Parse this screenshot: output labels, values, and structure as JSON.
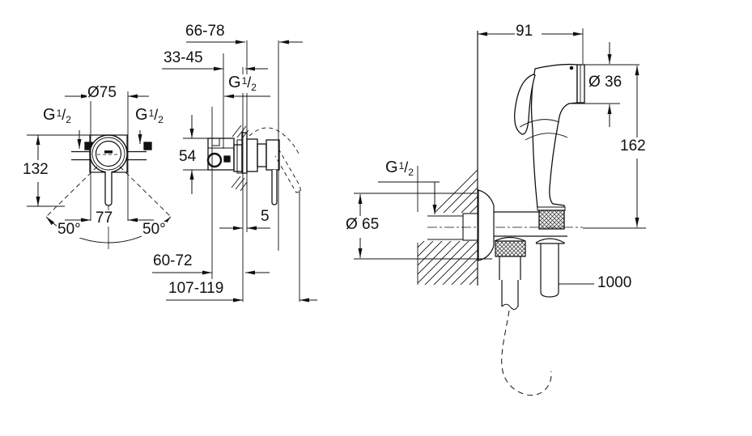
{
  "drawing": {
    "thread_label": {
      "prefix": "G",
      "numerator": "1",
      "slash": "/",
      "denominator": "2"
    },
    "front_view": {
      "plate_diameter": "Ø75",
      "height": "132",
      "width": "77",
      "swing_left": "50°",
      "swing_right": "50°"
    },
    "side_view": {
      "install_depth_outer": "66-78",
      "install_depth_inner": "33-45",
      "body_height": "54",
      "plate_offset": "5",
      "depth_min": "60-72",
      "depth_max": "107-119"
    },
    "spray_view": {
      "projection": "91",
      "head_diameter": "Ø 36",
      "height": "162",
      "rosette_diameter": "Ø 65",
      "hose_length": "1000"
    }
  }
}
